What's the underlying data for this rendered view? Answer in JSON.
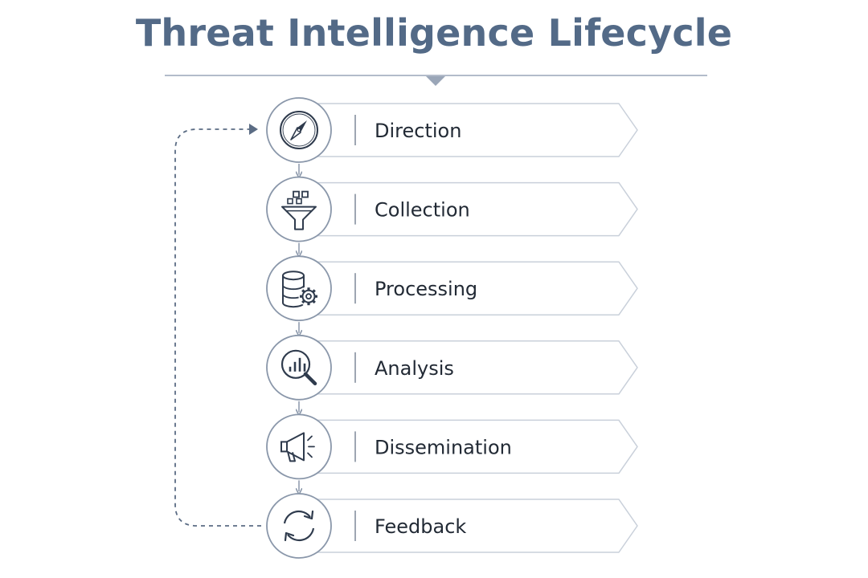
{
  "title": "Threat Intelligence Lifecycle",
  "colors": {
    "title": "#536a87",
    "stroke": "#8a97aa",
    "icon": "#2f3b4d",
    "label": "#222a35",
    "divider": "#7d8898"
  },
  "steps": [
    {
      "label": "Direction",
      "icon": "compass-icon"
    },
    {
      "label": "Collection",
      "icon": "funnel-icon"
    },
    {
      "label": "Processing",
      "icon": "database-gear-icon"
    },
    {
      "label": "Analysis",
      "icon": "magnifier-chart-icon"
    },
    {
      "label": "Dissemination",
      "icon": "megaphone-icon"
    },
    {
      "label": "Feedback",
      "icon": "refresh-cycle-icon"
    }
  ]
}
